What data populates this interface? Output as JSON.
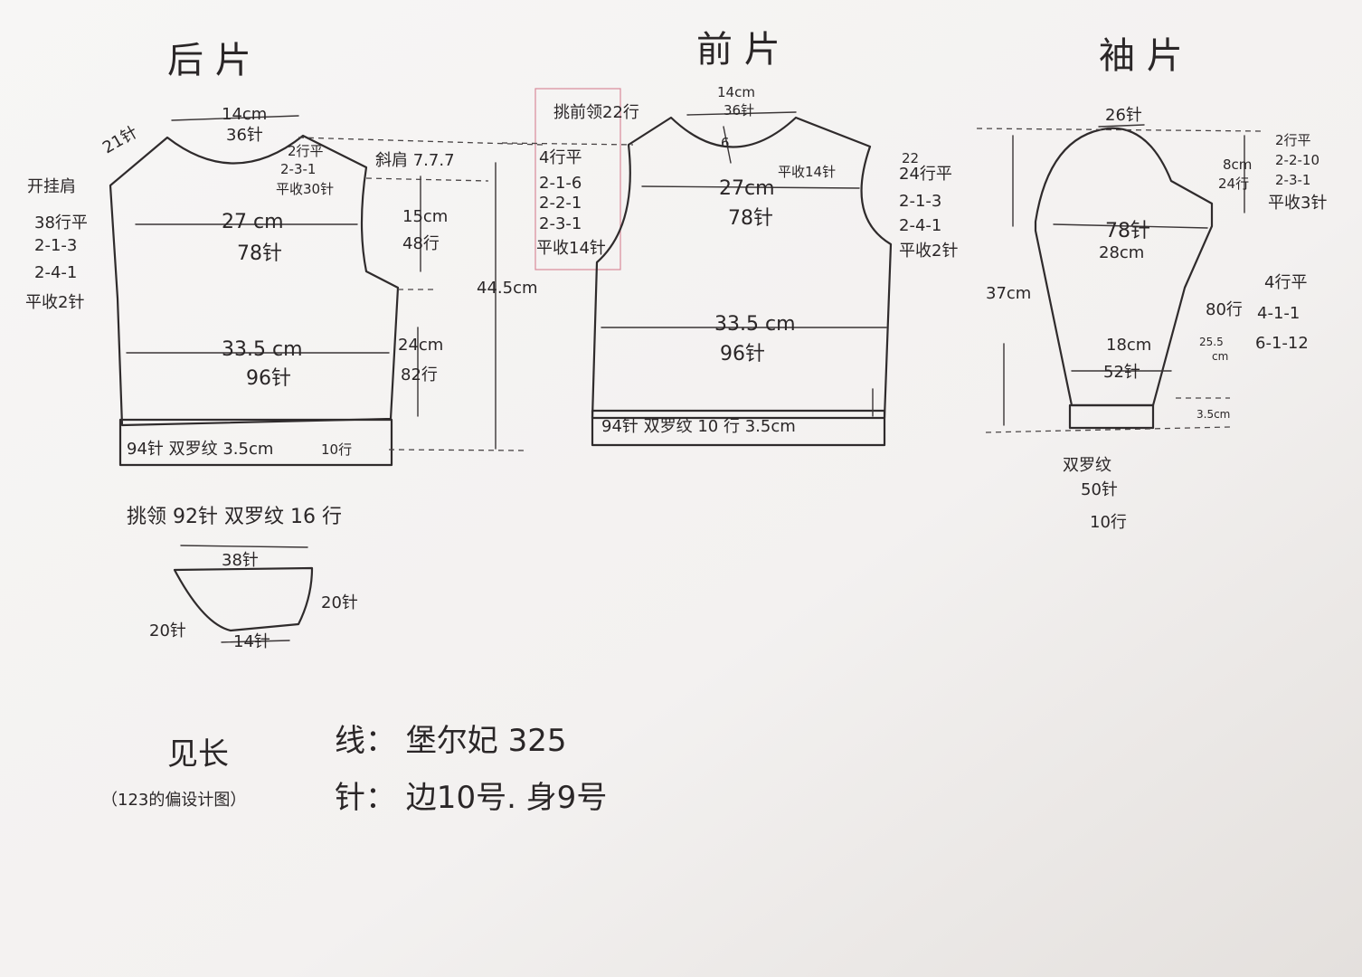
{
  "back": {
    "title": "后 片",
    "neck_width": "14cm",
    "neck_stitches": "36针",
    "shoulder_left": "21针",
    "open_shoulder": "开挂肩",
    "neck_rows": [
      "2行平",
      "2-3-1",
      "平收30针"
    ],
    "slope_shoulder": "斜肩 7.7.7",
    "armhole": [
      "38行平",
      "2-1-3",
      "2-4-1",
      "平收2针"
    ],
    "chest_cm": "27  cm",
    "chest_stitches": "78针",
    "armhole_height_cm": "15cm",
    "armhole_height_rows": "48行",
    "total_length": "44.5cm",
    "body_width_cm": "33.5 cm",
    "body_width_stitches": "96针",
    "body_length_cm": "24cm",
    "body_length_rows": "82行",
    "ribbing": "94针 双罗纹 3.5cm",
    "ribbing_rows": "10行"
  },
  "front": {
    "title": "前 片",
    "collar_pick": "挑前领22行",
    "neck_width": "14cm",
    "neck_stitches": "36针",
    "neck_depth": "6",
    "neck_bindoff": "平收14针",
    "neck_rows": [
      "4行平",
      "2-1-6",
      "2-2-1",
      "2-3-1",
      "平收14针"
    ],
    "chest_cm": "27cm",
    "chest_stitches": "78针",
    "armhole": [
      "22",
      "24行平",
      "2-1-3",
      "2-4-1",
      "平收2针"
    ],
    "body_width_cm": "33.5 cm",
    "body_width_stitches": "96针",
    "ribbing": "94针 双罗纹 10 行 3.5cm"
  },
  "sleeve": {
    "title": "袖 片",
    "cap_top": "26针",
    "cap_rows": [
      "2行平",
      "2-2-10",
      "2-3-1",
      "平收3针"
    ],
    "cap_height_cm": "8cm",
    "cap_height_rows": "24行",
    "upper_stitches": "78针",
    "upper_cm": "28cm",
    "length": "37cm",
    "increase_rows": [
      "4行平",
      "4-1-1",
      "6-1-12"
    ],
    "rows_80": "80行",
    "length_cm": "25.5",
    "length_cm_unit": "cm",
    "cuff_cm": "18cm",
    "cuff_stitches": "52针",
    "ribbing_cm": "3.5cm",
    "ribbing": [
      "双罗纹",
      "50针",
      "10行"
    ]
  },
  "collar": {
    "title": "挑领  92针 双罗纹 16 行",
    "top": "38针",
    "left": "20针",
    "right": "20针",
    "bottom": "14针"
  },
  "footer": {
    "size_label": "见长",
    "size_note": "（123的偏设计图）",
    "yarn": "线：  堡尔妃 325",
    "needle": "针：  边10号.  身9号"
  },
  "colors": {
    "paper": "#f6f4f3",
    "ink": "#2f2b2c",
    "background": "#6e6660"
  }
}
